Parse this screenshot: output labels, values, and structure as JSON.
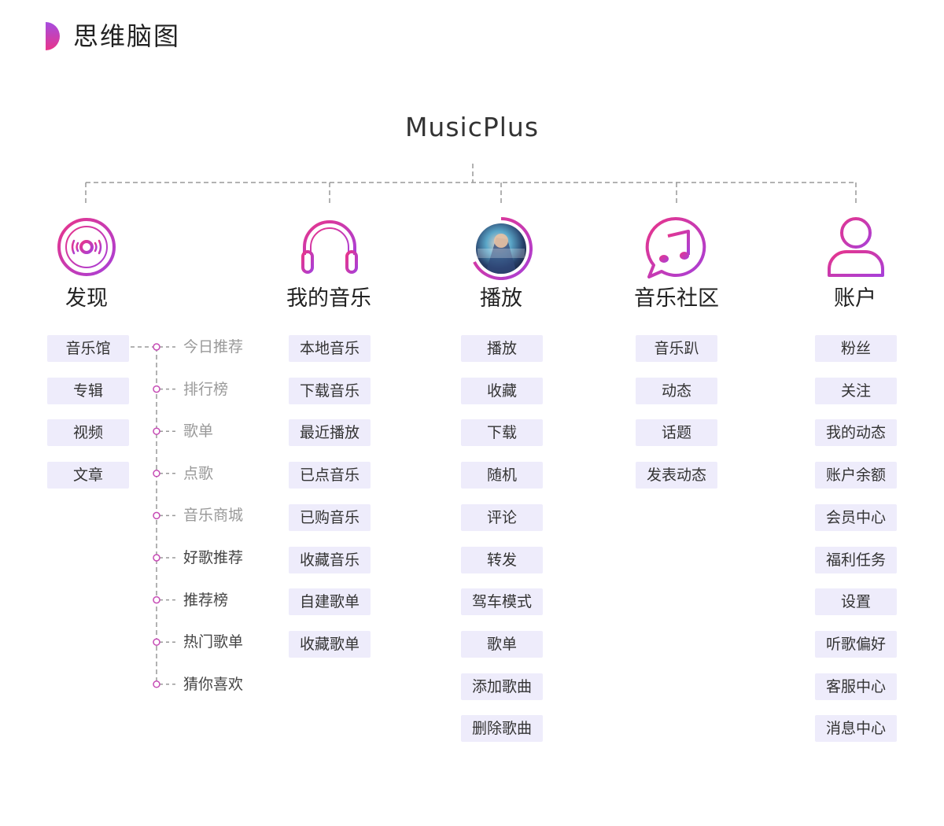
{
  "header": {
    "title": "思维脑图"
  },
  "root": {
    "title": "MusicPlus"
  },
  "colors": {
    "accent_pink": "#e0358f",
    "accent_purple": "#9b3fd0",
    "chip_bg": "#eeecfb",
    "connector": "#999999"
  },
  "columns": [
    {
      "title": "发现",
      "icon": "vinyl-disc-icon",
      "items": [
        "音乐馆",
        "专辑",
        "视频",
        "文章"
      ],
      "subitems": [
        "今日推荐",
        "排行榜",
        "歌单",
        "点歌",
        "音乐商城",
        "好歌推荐",
        "推荐榜",
        "热门歌单",
        "猜你喜欢"
      ]
    },
    {
      "title": "我的音乐",
      "icon": "headphones-icon",
      "items": [
        "本地音乐",
        "下载音乐",
        "最近播放",
        "已点音乐",
        "已购音乐",
        "收藏音乐",
        "自建歌单",
        "收藏歌单"
      ]
    },
    {
      "title": "播放",
      "icon": "album-cover-icon",
      "items": [
        "播放",
        "收藏",
        "下载",
        "随机",
        "评论",
        "转发",
        "驾车模式",
        "歌单",
        "添加歌曲",
        "删除歌曲"
      ]
    },
    {
      "title": "音乐社区",
      "icon": "music-chat-bubble-icon",
      "items": [
        "音乐趴",
        "动态",
        "话题",
        "发表动态"
      ]
    },
    {
      "title": "账户",
      "icon": "user-avatar-icon",
      "items": [
        "粉丝",
        "关注",
        "我的动态",
        "账户余额",
        "会员中心",
        "福利任务",
        "设置",
        "听歌偏好",
        "客服中心",
        "消息中心"
      ]
    }
  ]
}
